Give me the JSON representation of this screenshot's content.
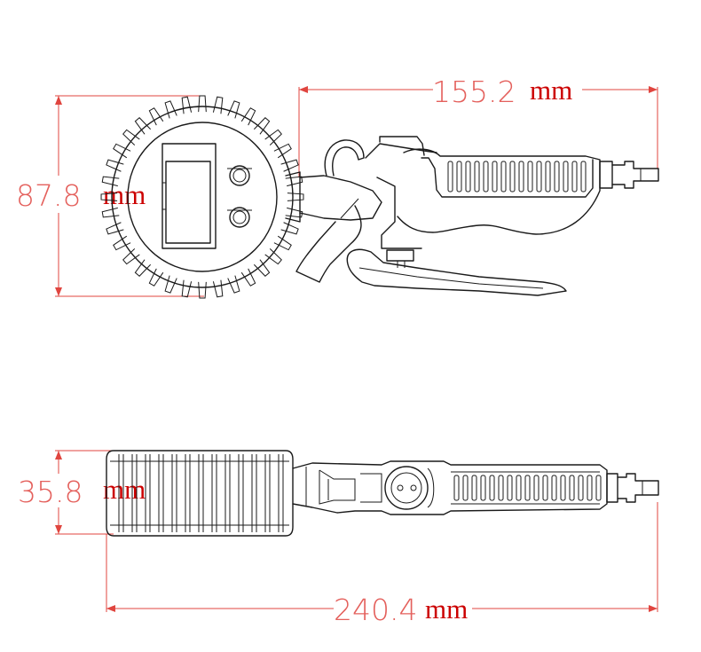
{
  "dimensions": {
    "height_value": "87.8",
    "height_unit": "mm",
    "length_value": "155.2",
    "length_unit": "mm",
    "thickness_value": "35.8",
    "thickness_unit": "mm",
    "total_length_value": "240.4",
    "total_length_unit": "mm"
  },
  "colors": {
    "dimension_line": "#e0453f",
    "dimension_text": "#e4605c",
    "unit_text": "#cc0000",
    "drawing": "#1a1a1a"
  }
}
